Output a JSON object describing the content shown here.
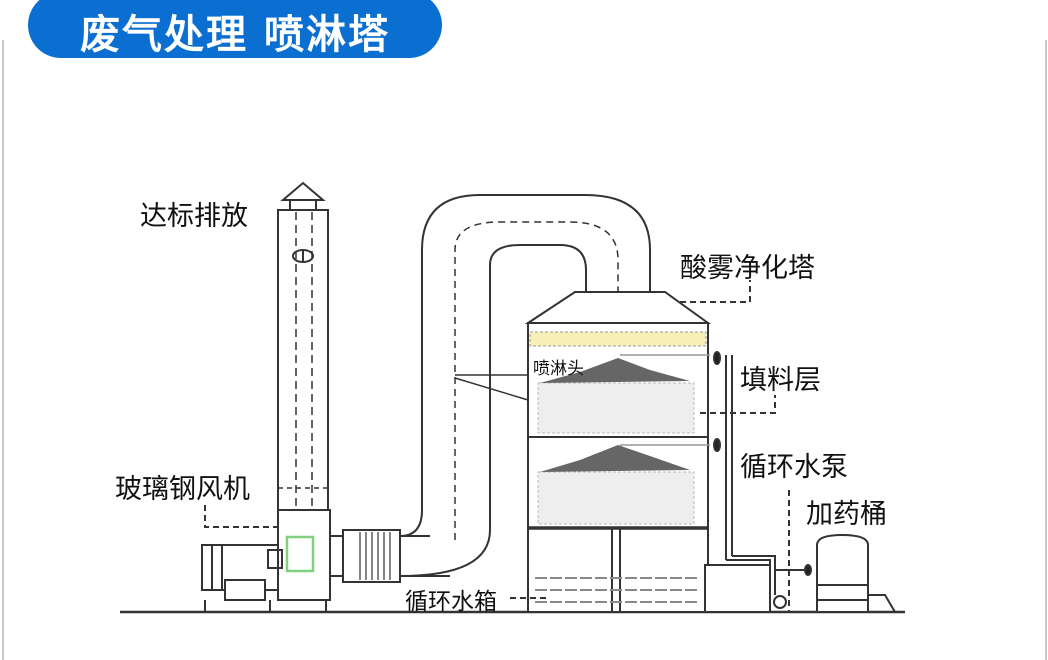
{
  "header": {
    "title": "废气处理 喷淋塔"
  },
  "labels": {
    "discharge": "达标排放",
    "tower": "酸雾净化塔",
    "packing": "填料层",
    "pump": "循环水泵",
    "dosing": "加药桶",
    "fan": "玻璃钢风机",
    "tank": "循环水箱",
    "spray": "喷淋头"
  },
  "colors": {
    "header_bg": "#0b6fd2",
    "demister": "#f6f0b8",
    "fan_highlight": "#7fd07f"
  }
}
